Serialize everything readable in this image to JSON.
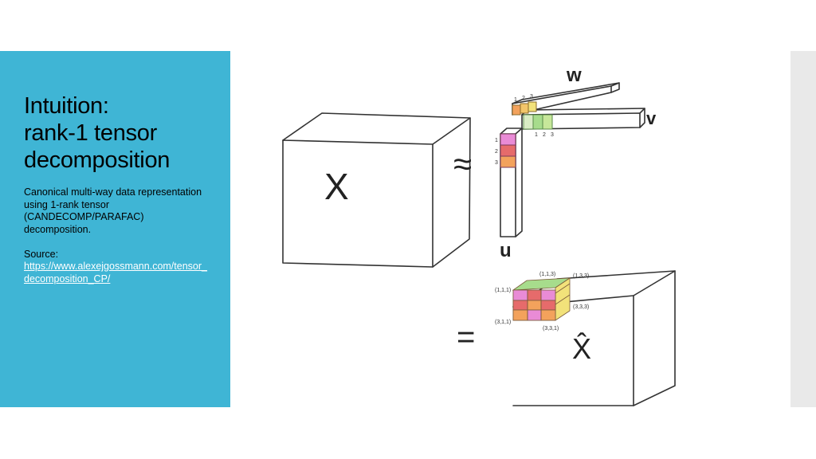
{
  "slide": {
    "title_lines": [
      "Intuition:",
      "rank-1 tensor",
      "decomposition"
    ],
    "description": "Canonical  multi-way data representation using 1-rank tensor (CANDECOMP/PARAFAC) decomposition.",
    "source_label": "Source:",
    "source_link": "https://www.alexejgossmann.com/tensor_decomposition_CP/"
  },
  "figure": {
    "tensor_label": "X",
    "approx_symbol": "≈",
    "equals_symbol": "=",
    "vector_w_label": "w",
    "vector_v_label": "v",
    "vector_u_label": "u",
    "reconstructed_label": "X̂",
    "index_numbers": [
      "1",
      "2",
      "3"
    ],
    "cell_labels": [
      "(1,1,3)",
      "(1,3,3)",
      "(1,1,1)",
      "(3,3,3)",
      "(3,1,1)",
      "(3,3,1)"
    ],
    "colors": {
      "yellow": "#f2e27a",
      "orange": "#f3a25c",
      "green": "#a7dc8c",
      "pink": "#e98bd6",
      "red": "#e66b6b",
      "panel": "#3fb5d5"
    }
  }
}
